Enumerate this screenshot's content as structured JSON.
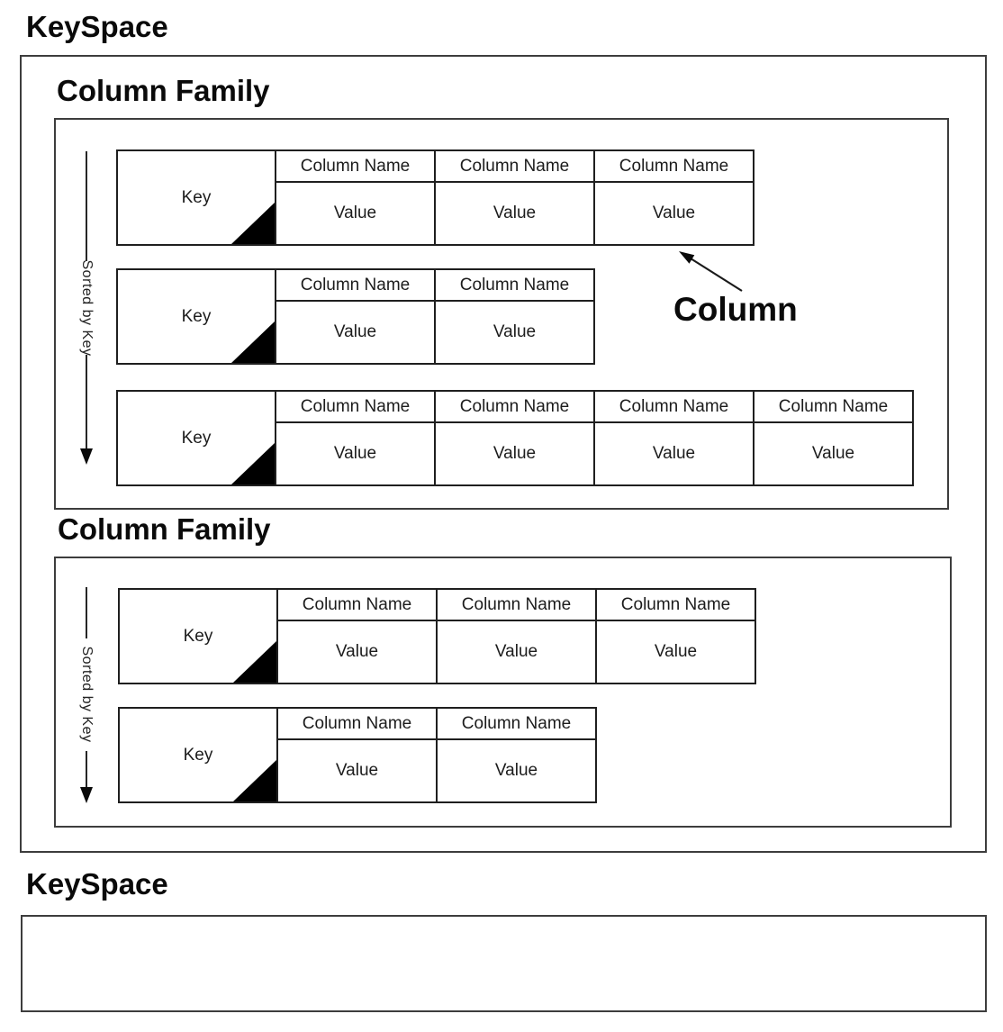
{
  "diagram": {
    "keyspace_top": {
      "title": "KeySpace"
    },
    "keyspace_bottom": {
      "title": "KeySpace"
    },
    "column_annotation": {
      "label": "Column"
    },
    "column_families": [
      {
        "title": "Column Family",
        "sorted_by_label": "Sorted by Key",
        "rows": [
          {
            "key_label": "Key",
            "columns": [
              {
                "name": "Column Name",
                "value": "Value"
              },
              {
                "name": "Column Name",
                "value": "Value"
              },
              {
                "name": "Column Name",
                "value": "Value"
              }
            ]
          },
          {
            "key_label": "Key",
            "columns": [
              {
                "name": "Column Name",
                "value": "Value"
              },
              {
                "name": "Column Name",
                "value": "Value"
              }
            ]
          },
          {
            "key_label": "Key",
            "columns": [
              {
                "name": "Column Name",
                "value": "Value"
              },
              {
                "name": "Column Name",
                "value": "Value"
              },
              {
                "name": "Column Name",
                "value": "Value"
              },
              {
                "name": "Column Name",
                "value": "Value"
              }
            ]
          }
        ]
      },
      {
        "title": "Column Family",
        "sorted_by_label": "Sorted by Key",
        "rows": [
          {
            "key_label": "Key",
            "columns": [
              {
                "name": "Column Name",
                "value": "Value"
              },
              {
                "name": "Column Name",
                "value": "Value"
              },
              {
                "name": "Column Name",
                "value": "Value"
              }
            ]
          },
          {
            "key_label": "Key",
            "columns": [
              {
                "name": "Column Name",
                "value": "Value"
              },
              {
                "name": "Column Name",
                "value": "Value"
              }
            ]
          }
        ]
      }
    ],
    "colors": {
      "background": "#ffffff",
      "box_line": "#3d3d3d",
      "table_line": "#1f1f1f",
      "arrow_line": "#262626",
      "text": "#0a0a0a"
    }
  }
}
